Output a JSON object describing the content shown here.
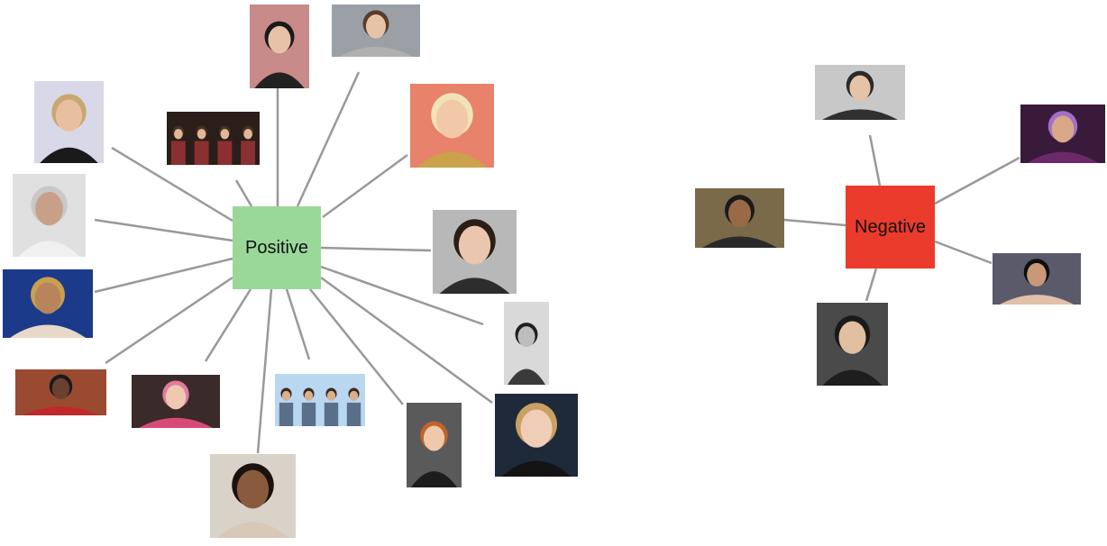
{
  "hubs": {
    "positive": {
      "label": "Positive",
      "color": "#9ad89a"
    },
    "negative": {
      "label": "Negative",
      "color": "#ea3b2c"
    }
  },
  "edge_color": "#999999",
  "positive_nodes": [
    {
      "name": "photo-top-left-face",
      "bg": "#c98a8a",
      "skin": "#e7c2a8",
      "hair": "#1a1a1a",
      "shirt": "#222222"
    },
    {
      "name": "photo-top-smiling-face",
      "bg": "#9aa0a6",
      "skin": "#e6c2a6",
      "hair": "#5b3b2a",
      "shirt": "#b0b0b0"
    },
    {
      "name": "photo-blonde-portrait",
      "bg": "#e8826a",
      "skin": "#f2c9a8",
      "hair": "#f1e3b8",
      "shirt": "#c9a24b"
    },
    {
      "name": "photo-dark-haired-man",
      "bg": "#b8b8b8",
      "skin": "#e9c6ad",
      "hair": "#2b1e17",
      "shirt": "#2d2d2d"
    },
    {
      "name": "photo-bw-portrait",
      "bg": "#d9d9d9",
      "skin": "#bdbdbd",
      "hair": "#1f1f1f",
      "shirt": "#3a3a3a"
    },
    {
      "name": "photo-red-lip-portrait",
      "bg": "#1e2a3a",
      "skin": "#f0cdb6",
      "hair": "#c9a062",
      "shirt": "#141414"
    },
    {
      "name": "photo-red-haired-man",
      "bg": "#5a5a5a",
      "skin": "#f0c8ac",
      "hair": "#c0642b",
      "shirt": "#1c1c1c"
    },
    {
      "name": "photo-band-group-outdoor",
      "bg": "#b9d7f0",
      "skin": "#d9b08c",
      "hair": "#3a2a1e",
      "shirt": "#5a6f8a"
    },
    {
      "name": "photo-bottom-center-portrait",
      "bg": "#d9d2c8",
      "skin": "#8a5a3c",
      "hair": "#1a1210",
      "shirt": "#d8c8b8"
    },
    {
      "name": "photo-pink-hat-portrait",
      "bg": "#3a2a2a",
      "skin": "#f0c8b0",
      "hair": "#e07ca0",
      "shirt": "#d84a78"
    },
    {
      "name": "photo-brick-wall-man",
      "bg": "#9a4a30",
      "skin": "#6a4030",
      "hair": "#1a1a1a",
      "shirt": "#c0282a"
    },
    {
      "name": "photo-blonde-curly-portrait",
      "bg": "#1c3a8a",
      "skin": "#b8845c",
      "hair": "#c8a050",
      "shirt": "#e8d8c8"
    },
    {
      "name": "photo-grey-hair-portrait",
      "bg": "#e0e0e0",
      "skin": "#c8a088",
      "hair": "#c8c8c8",
      "shirt": "#f0f0f0"
    },
    {
      "name": "photo-blonde-man",
      "bg": "#d8d8e8",
      "skin": "#e8c0a0",
      "hair": "#c8a870",
      "shirt": "#1a1a1a"
    },
    {
      "name": "photo-band-group-dark",
      "bg": "#2a1e1a",
      "skin": "#e0b898",
      "hair": "#4a3020",
      "shirt": "#8a3030"
    }
  ],
  "negative_nodes": [
    {
      "name": "photo-cap-man",
      "bg": "#c8c8c8",
      "skin": "#e6c2a6",
      "hair": "#2a2a2a",
      "shirt": "#303030"
    },
    {
      "name": "photo-purple-hair-portrait",
      "bg": "#3a1a3a",
      "skin": "#d8a888",
      "hair": "#a070c8",
      "shirt": "#6a2a6a"
    },
    {
      "name": "photo-bearded-man",
      "bg": "#7a6a4a",
      "skin": "#9a6a48",
      "hair": "#1a1a1a",
      "shirt": "#2a2a2a"
    },
    {
      "name": "photo-dark-curly-portrait",
      "bg": "#5a5a6a",
      "skin": "#c89878",
      "hair": "#0e0e0e",
      "shirt": "#e0c0a8"
    },
    {
      "name": "photo-tattooed-man",
      "bg": "#4a4a4a",
      "skin": "#e0c0a0",
      "hair": "#1a1a1a",
      "shirt": "#1e1e1e"
    }
  ]
}
